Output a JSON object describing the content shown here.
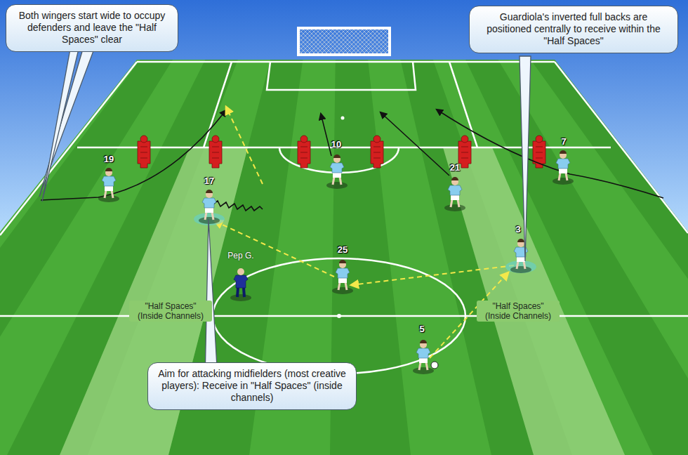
{
  "diagram": {
    "nodes": [
      {
        "text": [
          "Both wingers start wide to occupy defenders and leave the \"Half Spaces\" clear"
        ]
      },
      {
        "text": [
          "Guardiola's inverted full backs are positioned centrally to receive within the \"Half Spaces\""
        ]
      },
      {
        "text": [
          "Aim for attacking midfielders (most creative players): Receive in \"Half Spaces\" (inside channels)"
        ]
      }
    ],
    "labels": [
      "19",
      "10",
      "21",
      "7",
      "17",
      "25",
      "Pep G.",
      "3",
      "\"Half Spaces\" (Inside Channels)",
      "\"Half Spaces\" (Inside Channels)",
      "5"
    ]
  }
}
